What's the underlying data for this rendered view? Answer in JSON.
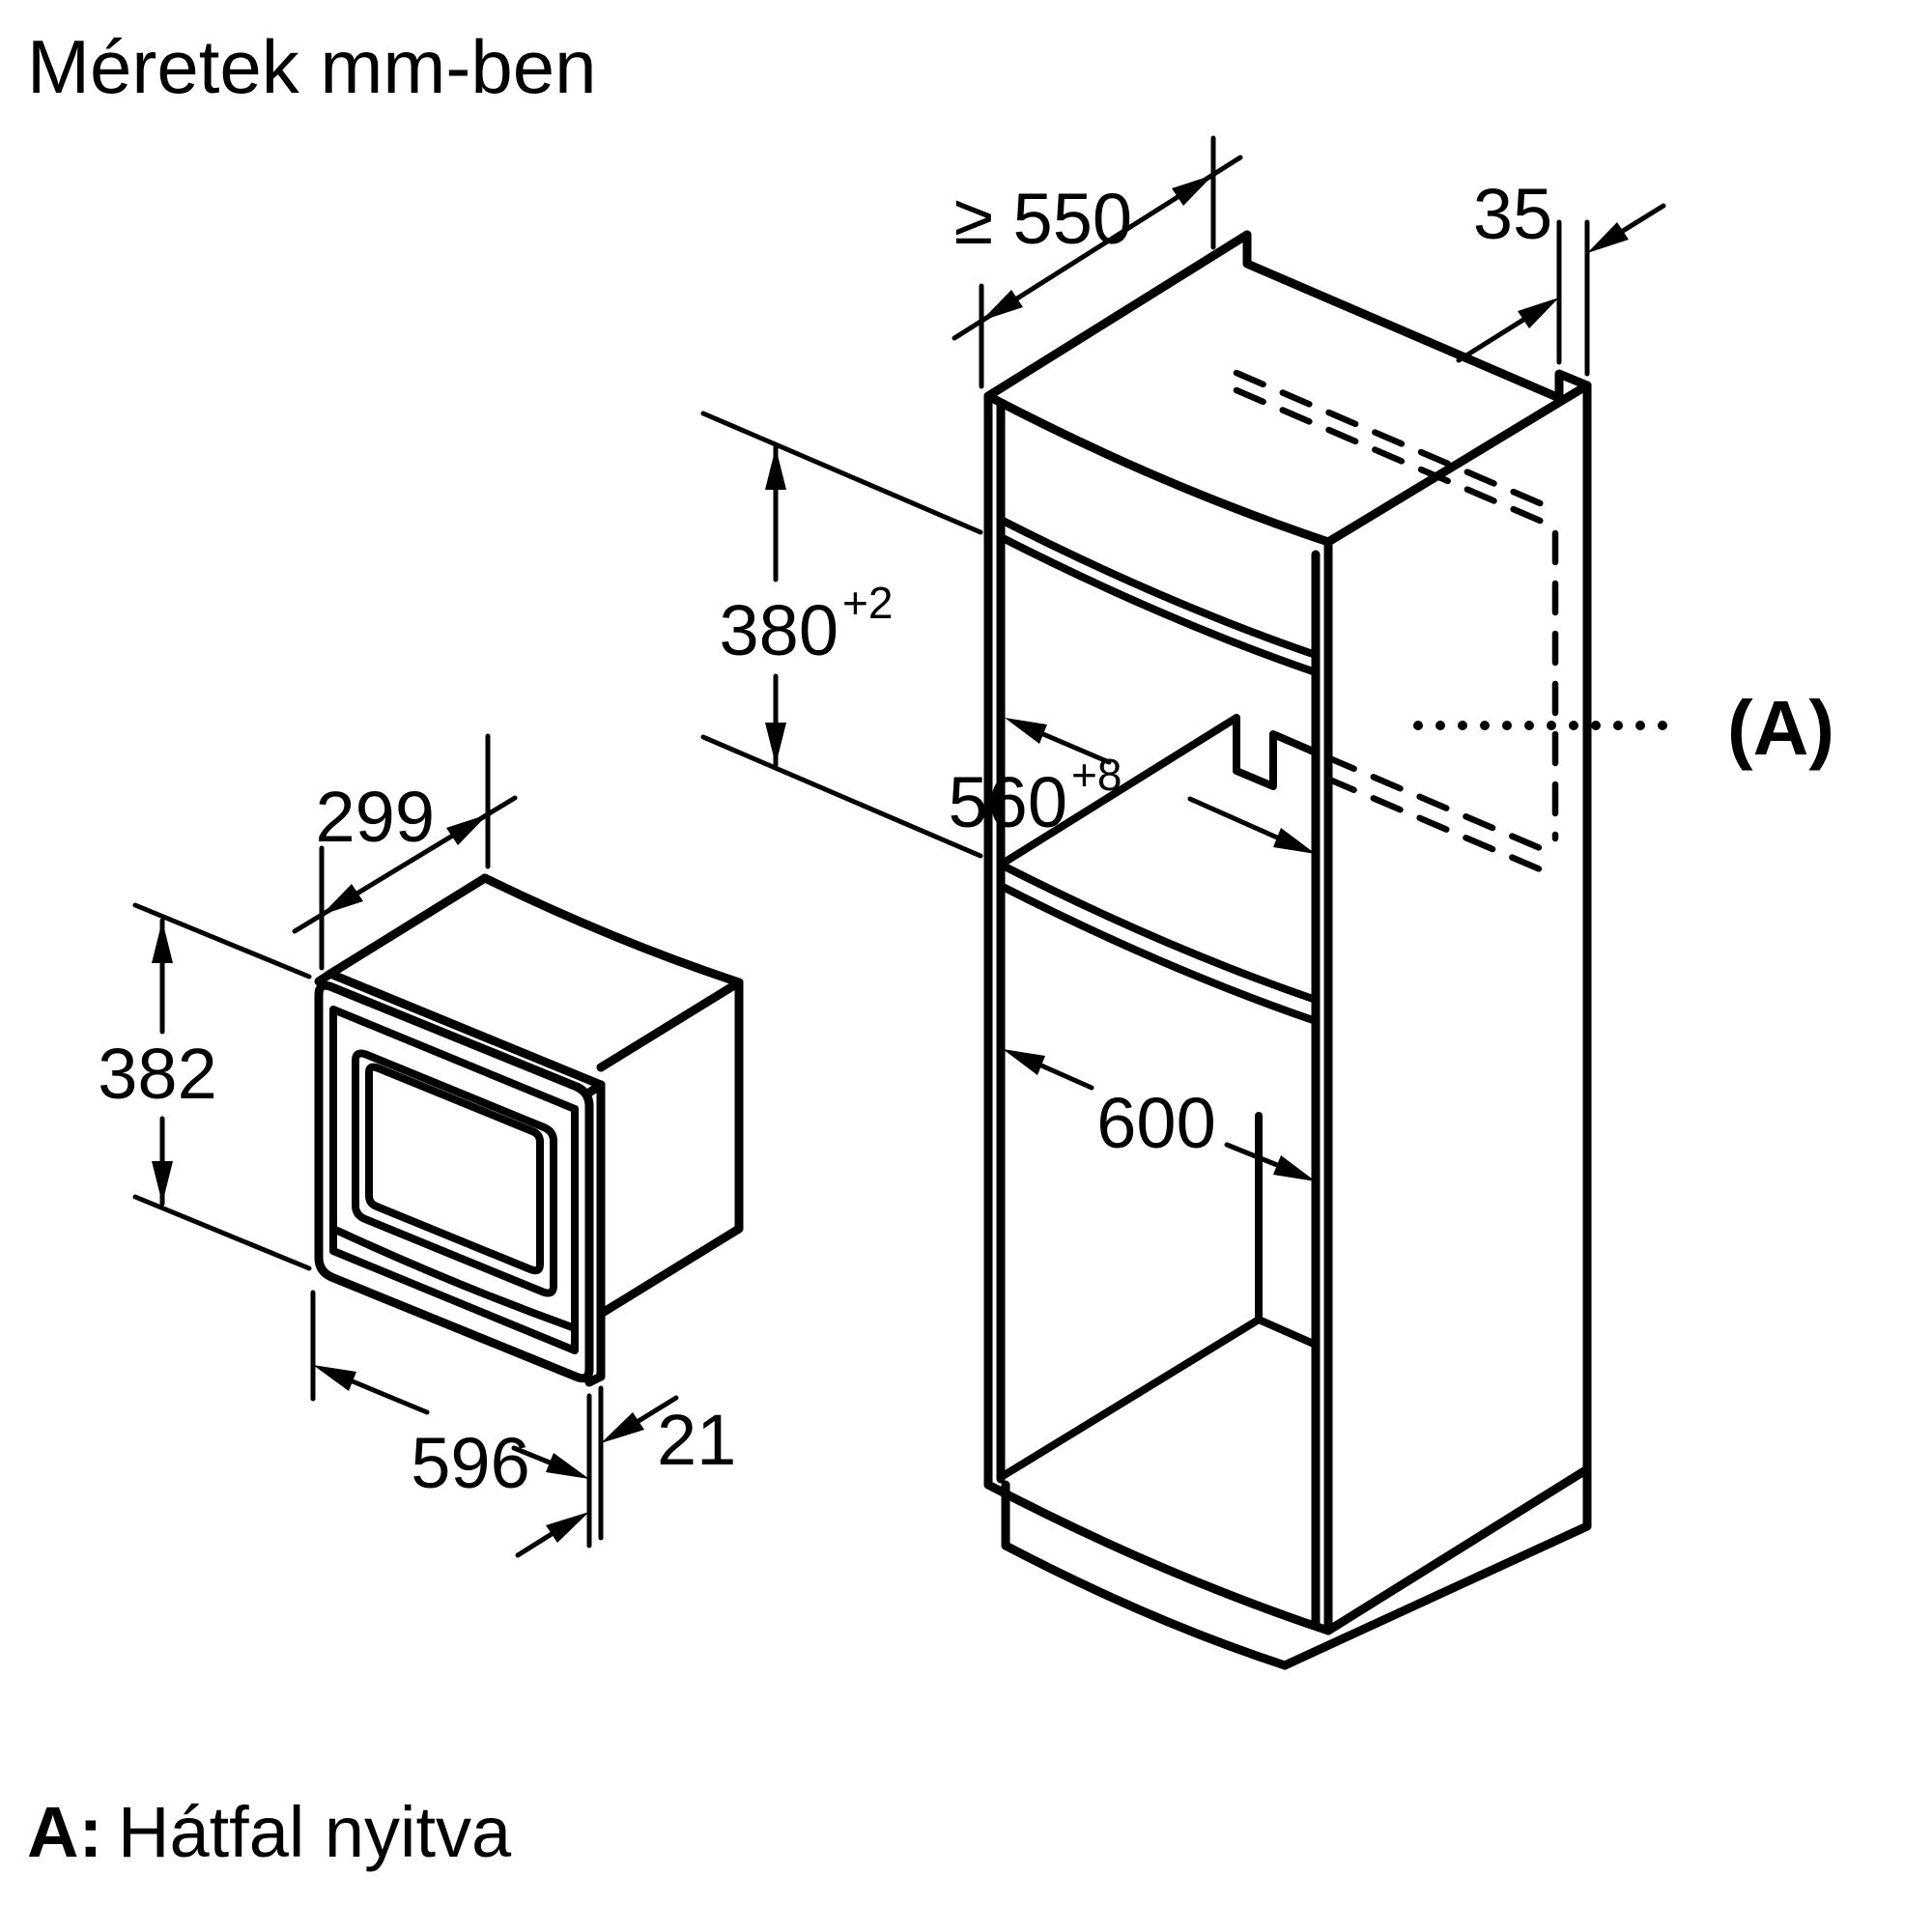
{
  "title": "Méretek mm-ben",
  "footnote": {
    "label": "A:",
    "text": "Hátfal nyitva"
  },
  "marker_a": "(A)",
  "cabinet_dims": {
    "depth_min": "≥ 550",
    "rear_gap": "35",
    "niche_height": "380",
    "niche_height_tol": "+2",
    "niche_width": "560",
    "niche_width_tol": "+8",
    "lower_niche_height": "600"
  },
  "appliance_dims": {
    "depth": "299",
    "height": "382",
    "width": "596",
    "frame_overhang": "21"
  },
  "colors": {
    "line": "#000000",
    "background": "#ffffff"
  }
}
